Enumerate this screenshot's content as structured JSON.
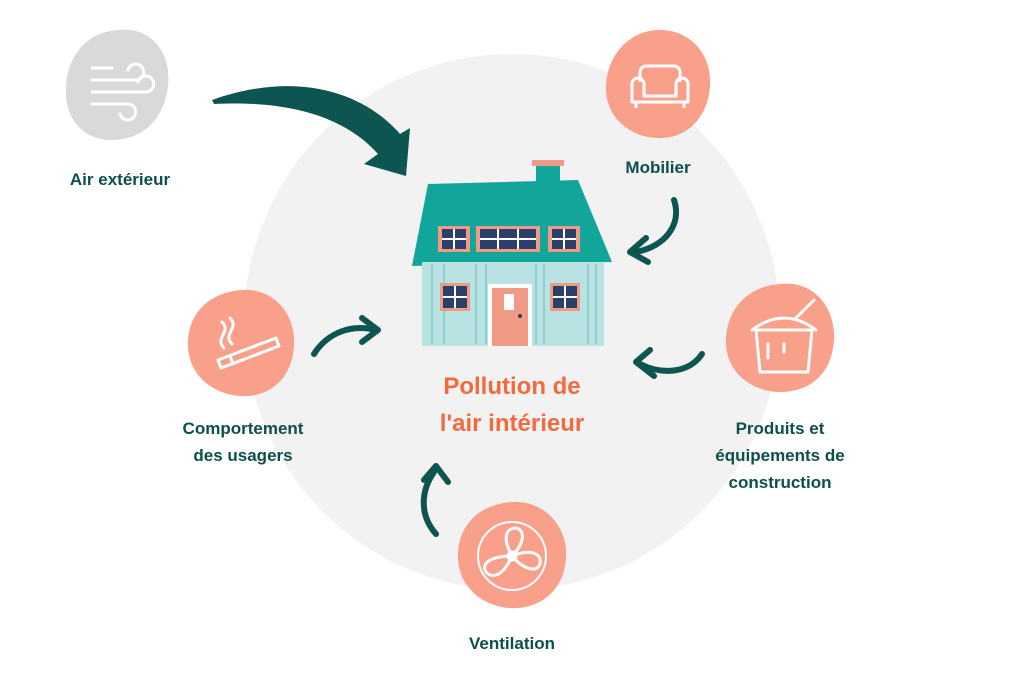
{
  "center": {
    "title_line1": "Pollution de",
    "title_line2": "l'air intérieur"
  },
  "sources": [
    {
      "id": "air-exterieur",
      "lines": [
        "Air extérieur"
      ],
      "icon": "wind-icon"
    },
    {
      "id": "mobilier",
      "lines": [
        "Mobilier"
      ],
      "icon": "armchair-icon"
    },
    {
      "id": "produits",
      "lines": [
        "Produits et",
        "équipements de",
        "construction"
      ],
      "icon": "paint-bucket-icon"
    },
    {
      "id": "ventilation",
      "lines": [
        "Ventilation"
      ],
      "icon": "fan-icon"
    },
    {
      "id": "comportement",
      "lines": [
        "Comportement",
        "des usagers"
      ],
      "icon": "cigarette-icon"
    }
  ],
  "colors": {
    "background_circle": "#f2f2f2",
    "icon_blob": "#f9a08b",
    "icon_blob_outdoor": "#d9d9d9",
    "arrow": "#0d5550",
    "label_text": "#0d4f4a",
    "title_text": "#f26a3d",
    "roof": "#12a69a",
    "wall": "#b9e3e3",
    "door": "#f09a85",
    "window": "#2b3f6b"
  }
}
